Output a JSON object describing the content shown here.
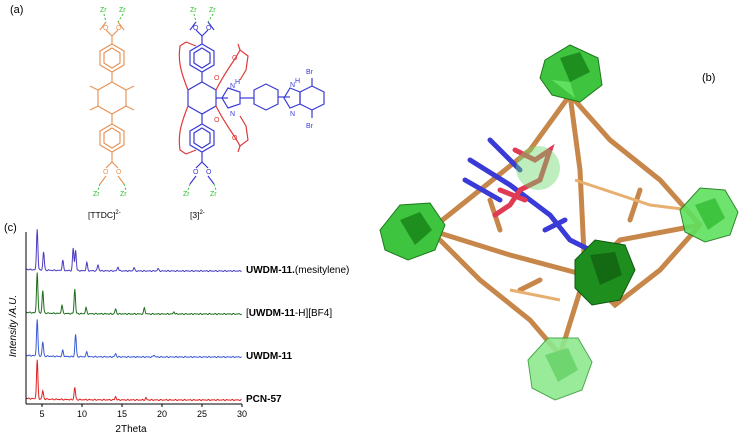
{
  "panels": {
    "a": "(a)",
    "b": "(b)",
    "c": "(c)"
  },
  "colors": {
    "ttdc": "#e8955a",
    "ligand_blue": "#3a3ad6",
    "ring_red": "#e03a3a",
    "zr_green": "#2fbf2f",
    "orange_frame": "#c8874a",
    "trace_purple": "#4a3cc0",
    "trace_green": "#1e6e1e",
    "trace_blue": "#3a5ad6",
    "trace_red": "#e02020"
  },
  "structure_a": {
    "zr": "Zr",
    "o": "O",
    "n": "N",
    "h": "H",
    "br": "Br",
    "ttdc_label": "[TTDC]",
    "ttdc_charge": "2-",
    "ligand3_label": "[3]",
    "ligand3_charge": "2-"
  },
  "chart_data": {
    "type": "line",
    "x_label": "2Theta",
    "y_label": "Intensity /A.U.",
    "xlim": [
      3,
      30
    ],
    "x_ticks": [
      5,
      10,
      15,
      20,
      25,
      30
    ],
    "y_ticks_shown": false,
    "series": [
      {
        "name": "UWDM-11.(mesitylene)",
        "name_bold": "UWDM-11.",
        "name_rest": "(mesitylene)",
        "color": "#4a3cc0",
        "peaks": [
          [
            4.4,
            1.0
          ],
          [
            5.2,
            0.45
          ],
          [
            7.6,
            0.25
          ],
          [
            8.9,
            0.55
          ],
          [
            9.2,
            0.5
          ],
          [
            10.6,
            0.2
          ],
          [
            12.0,
            0.15
          ],
          [
            14.5,
            0.1
          ],
          [
            16.5,
            0.08
          ],
          [
            19.5,
            0.06
          ]
        ]
      },
      {
        "name": "[UWDM-11-H][BF4]",
        "name_pre": "[",
        "name_bold": "UWDM-11",
        "name_rest": "-H][BF4]",
        "color": "#1e6e1e",
        "peaks": [
          [
            4.4,
            1.0
          ],
          [
            5.1,
            0.55
          ],
          [
            7.5,
            0.2
          ],
          [
            9.1,
            0.6
          ],
          [
            10.5,
            0.15
          ],
          [
            14.2,
            0.12
          ],
          [
            17.8,
            0.15
          ],
          [
            21.5,
            0.05
          ]
        ]
      },
      {
        "name": "UWDM-11",
        "name_bold": "UWDM-11",
        "color": "#3a5ad6",
        "peaks": [
          [
            4.4,
            0.9
          ],
          [
            5.1,
            0.35
          ],
          [
            7.6,
            0.15
          ],
          [
            9.2,
            0.55
          ],
          [
            10.6,
            0.12
          ],
          [
            14.2,
            0.08
          ],
          [
            19.0,
            0.05
          ]
        ]
      },
      {
        "name": "PCN-57",
        "name_bold": "PCN-57",
        "color": "#e02020",
        "peaks": [
          [
            4.4,
            0.95
          ],
          [
            5.1,
            0.2
          ],
          [
            9.1,
            0.3
          ],
          [
            14.2,
            0.08
          ],
          [
            18.0,
            0.05
          ]
        ]
      }
    ]
  }
}
